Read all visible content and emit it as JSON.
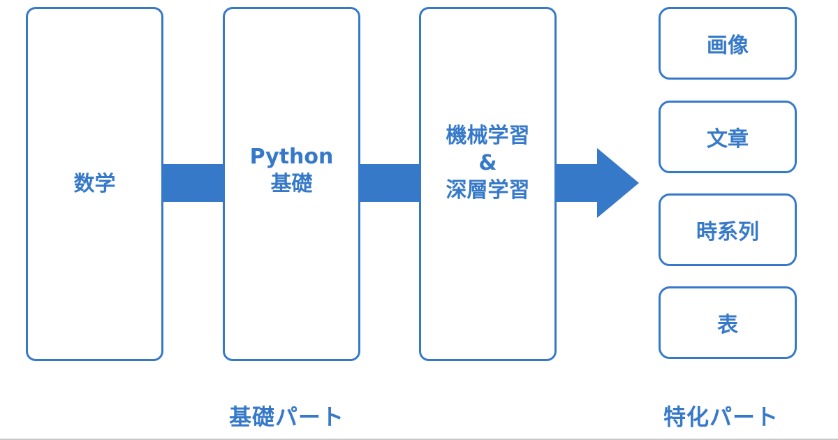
{
  "colors": {
    "accent": "#3679C9",
    "background": "#ffffff"
  },
  "foundation_boxes": [
    {
      "lines": [
        "数学"
      ]
    },
    {
      "lines": [
        "Python",
        "基礎"
      ]
    },
    {
      "lines": [
        "機械学習",
        "&",
        "深層学習"
      ]
    }
  ],
  "specialized_boxes": [
    {
      "label": "画像"
    },
    {
      "label": "文章"
    },
    {
      "label": "時系列"
    },
    {
      "label": "表"
    }
  ],
  "captions": {
    "foundation": "基礎パート",
    "specialized": "特化パート"
  }
}
